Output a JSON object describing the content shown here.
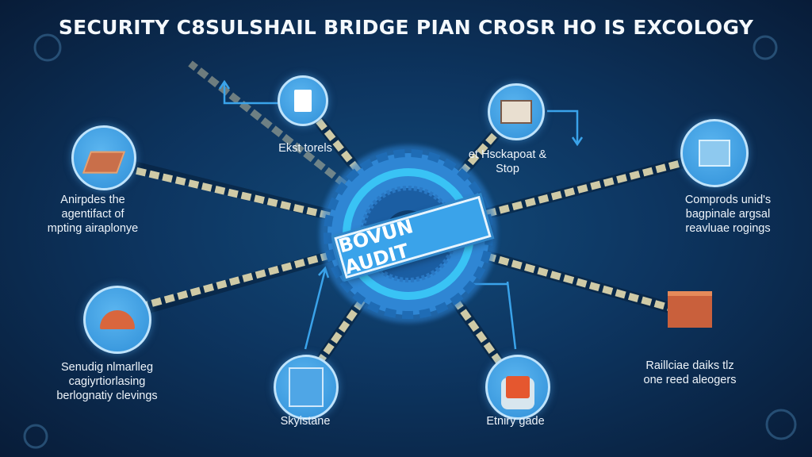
{
  "title": "SECURITY C8SULSHAIL BRIDGE PIAN CROSR HO IS EXCOLOGY",
  "center": {
    "badge": "BOVUN AUDIT",
    "icon": "gear-icon"
  },
  "nodes": [
    {
      "id": "top-left",
      "icon": "document-icon",
      "lines": [
        "Ekst torels"
      ]
    },
    {
      "id": "top-right",
      "icon": "envelope-icon",
      "lines": [
        "et Hsckapoat &",
        "Stop"
      ]
    },
    {
      "id": "left",
      "icon": "server-island-icon",
      "lines": [
        "Anirpdes the",
        "agentifact of",
        "mpting airaplonye"
      ]
    },
    {
      "id": "right",
      "icon": "server-island-icon",
      "lines": [
        "Comprods unid's",
        "bagpinale argsal",
        "reavluae rogings"
      ]
    },
    {
      "id": "lower-left",
      "icon": "dome-icon",
      "lines": [
        "Senudig nlmarlleg",
        "cagiyrtiorlasing",
        "berlognatiy clevings"
      ]
    },
    {
      "id": "lower-right",
      "icon": "factory-icon",
      "lines": [
        "Raillciae daiks tlz",
        "one reed aleogers"
      ]
    },
    {
      "id": "bottom-left",
      "icon": "document-icon",
      "lines": [
        "Skyistane"
      ]
    },
    {
      "id": "bottom-right",
      "icon": "chip-icon",
      "lines": [
        "Etniry gade"
      ]
    }
  ],
  "colors": {
    "background": "#0d3560",
    "node": "#2f8fd8",
    "chain": "#cfcaa6",
    "accent": "#3aa3ea"
  }
}
